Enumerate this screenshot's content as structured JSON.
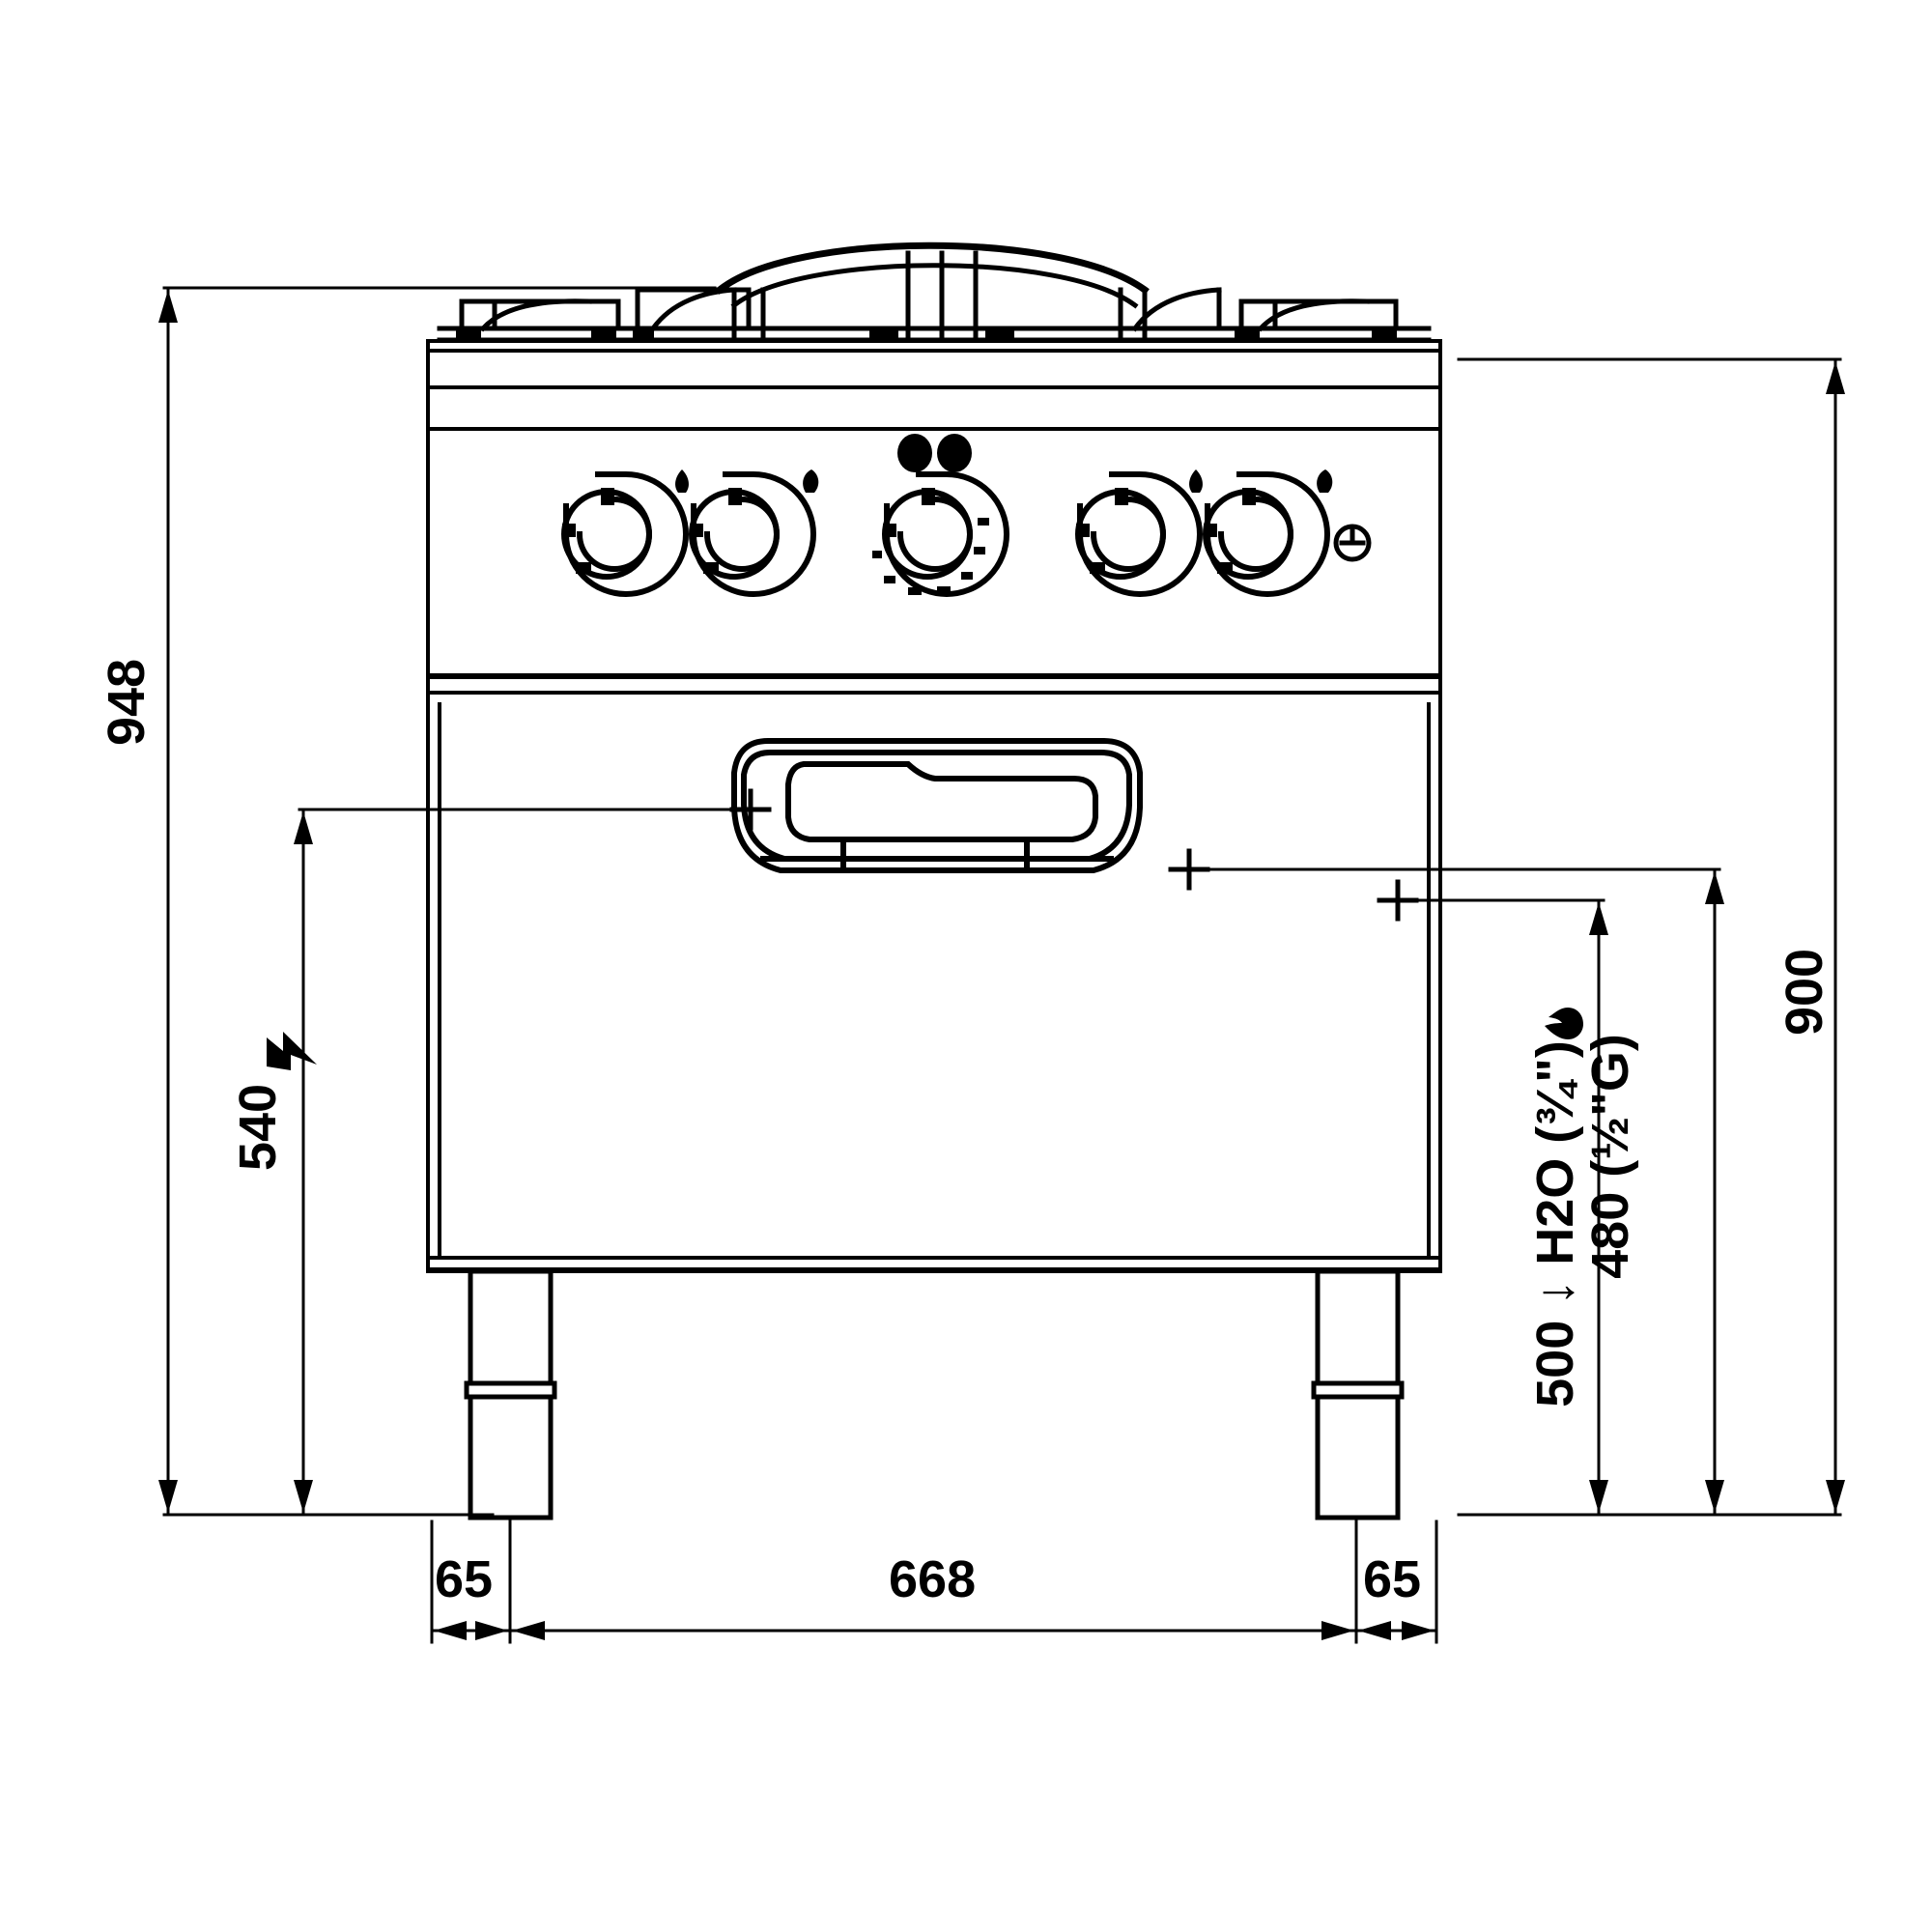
{
  "drawing": {
    "title": "Gas range 4 burners with gas oven - front elevation",
    "units": "mm",
    "line_color": "#000000",
    "background": "#ffffff"
  },
  "dimensions": {
    "overall_height": {
      "value": "948",
      "label": "948",
      "orientation": "vertical",
      "side": "left"
    },
    "worktop_height": {
      "value": "900",
      "label": "900",
      "orientation": "vertical",
      "side": "right"
    },
    "electrical_connection": {
      "value": "540",
      "label": "540",
      "icon": "lightning-bolt-icon",
      "orientation": "vertical",
      "side": "left"
    },
    "gas_connection": {
      "value": "480",
      "label": "480 (½\"G)",
      "icon": "gas-flame-icon",
      "orientation": "vertical",
      "side": "right"
    },
    "water_connection": {
      "value": "500",
      "label": "500 ↓ H2O (¾\")",
      "icon": "water-arrow-icon",
      "orientation": "vertical",
      "side": "right"
    },
    "leg_inset_left": {
      "value": "65",
      "label": "65",
      "orientation": "horizontal",
      "side": "bottom"
    },
    "leg_span": {
      "value": "668",
      "label": "668",
      "orientation": "horizontal",
      "side": "bottom"
    },
    "leg_inset_right": {
      "value": "65",
      "label": "65",
      "orientation": "horizontal",
      "side": "bottom"
    }
  },
  "appliance": {
    "control_panel": {
      "knobs": [
        {
          "name": "burner-knob-left-outer",
          "type": "gas-burner-knob",
          "indicator": "flame-marker-icon"
        },
        {
          "name": "burner-knob-left-inner",
          "type": "gas-burner-knob",
          "indicator": "flame-marker-icon"
        },
        {
          "name": "oven-thermostat-knob",
          "type": "oven-thermostat-knob",
          "indicator": "temperature-scale"
        },
        {
          "name": "burner-knob-right-inner",
          "type": "gas-burner-knob",
          "indicator": "flame-marker-icon"
        },
        {
          "name": "burner-knob-right-outer",
          "type": "gas-burner-knob",
          "indicator": "flame-marker-icon"
        }
      ],
      "indicator_lights": [
        {
          "name": "indicator-light-left"
        },
        {
          "name": "indicator-light-right"
        }
      ],
      "piezo_igniter": {
        "name": "piezo-igniter-button"
      }
    },
    "cooktop": {
      "burner_count": 4,
      "center_raised_grate": true
    },
    "oven_door": {
      "handle": "oven-door-handle"
    },
    "legs": [
      {
        "name": "leg-left",
        "adjustable": true
      },
      {
        "name": "leg-right",
        "adjustable": true
      }
    ],
    "connection_marks": [
      {
        "name": "electrical-connection-mark",
        "glyph": "+"
      },
      {
        "name": "gas-connection-mark",
        "glyph": "+"
      },
      {
        "name": "water-connection-mark",
        "glyph": "+"
      }
    ]
  }
}
